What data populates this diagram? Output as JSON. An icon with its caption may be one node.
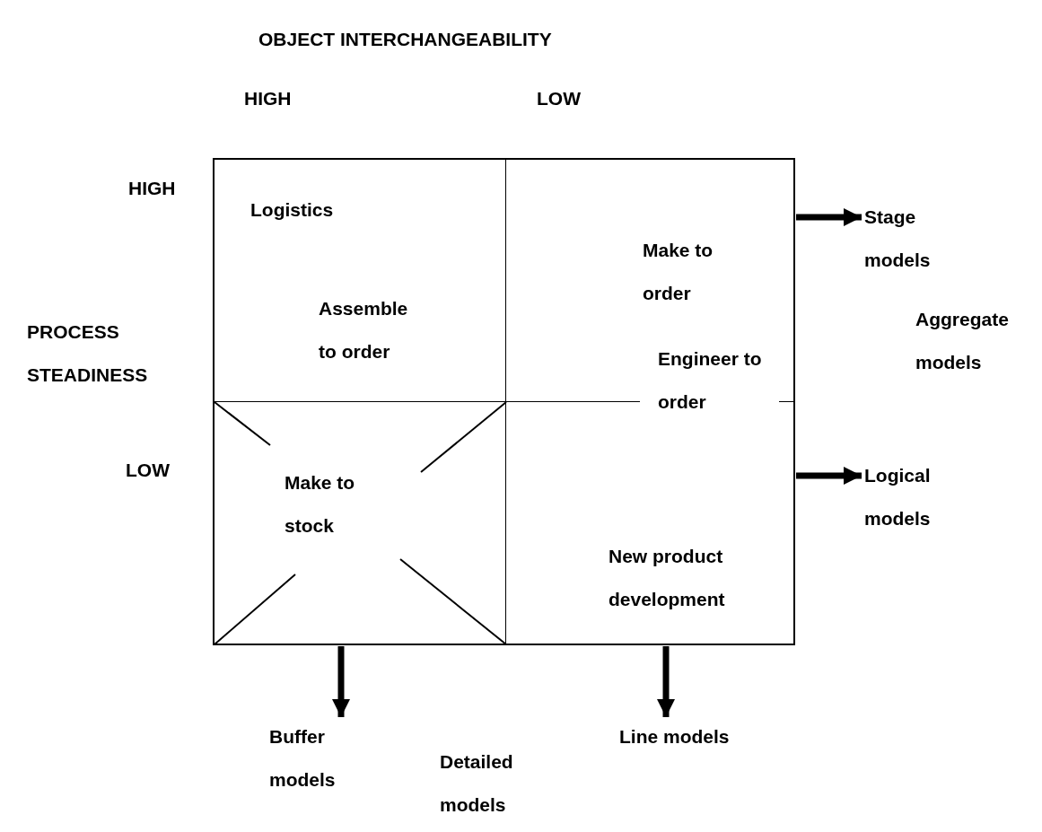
{
  "diagram": {
    "title": "OBJECT INTERCHANGEABILITY",
    "nodes": [
      {
        "text": [
          "Logistics",
          "Assemble to order"
        ]
      },
      {
        "text": [
          "Make to order"
        ]
      },
      {
        "text": [
          "Make to stock"
        ]
      },
      {
        "text": [
          "New product development"
        ]
      },
      {
        "text": [
          "Stage models"
        ]
      },
      {
        "text": [
          "Logical models"
        ]
      },
      {
        "text": [
          "Buffer models"
        ]
      },
      {
        "text": [
          "Line models"
        ]
      }
    ],
    "edges": [
      {
        "from": 1,
        "to": 4,
        "arrow": "to"
      },
      {
        "from": 3,
        "to": 5,
        "arrow": "to"
      },
      {
        "from": 2,
        "to": 6,
        "arrow": "to"
      },
      {
        "from": 3,
        "to": 7,
        "arrow": "to"
      }
    ],
    "labels": [
      "HIGH",
      "LOW",
      "HIGH",
      "PROCESS STEADINESS",
      "Engineer to order",
      "Aggregate models",
      "LOW",
      "Detailed models"
    ]
  }
}
